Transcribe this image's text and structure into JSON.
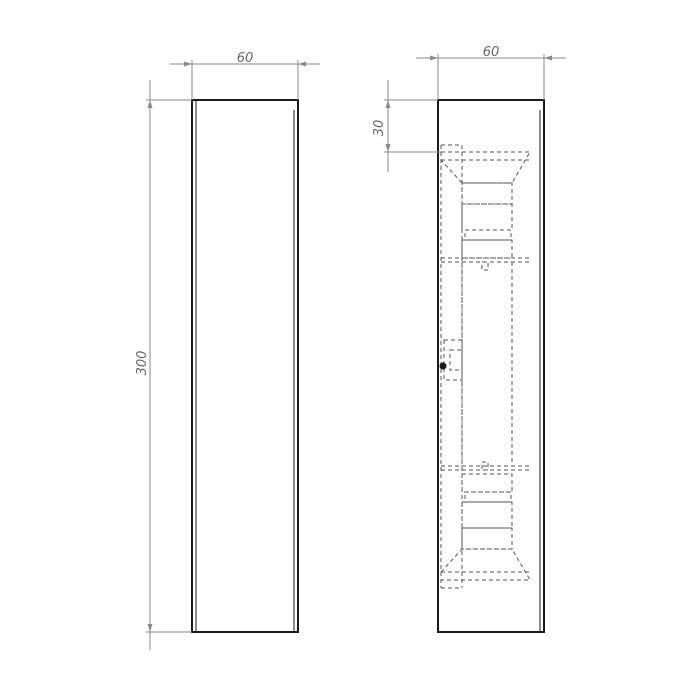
{
  "dimensions": {
    "front_width": "60",
    "front_height": "300",
    "side_width": "60",
    "side_offset": "30"
  },
  "colors": {
    "outline": "#1a1a1a",
    "dimension": "#8a8a8a",
    "text": "#666666"
  }
}
